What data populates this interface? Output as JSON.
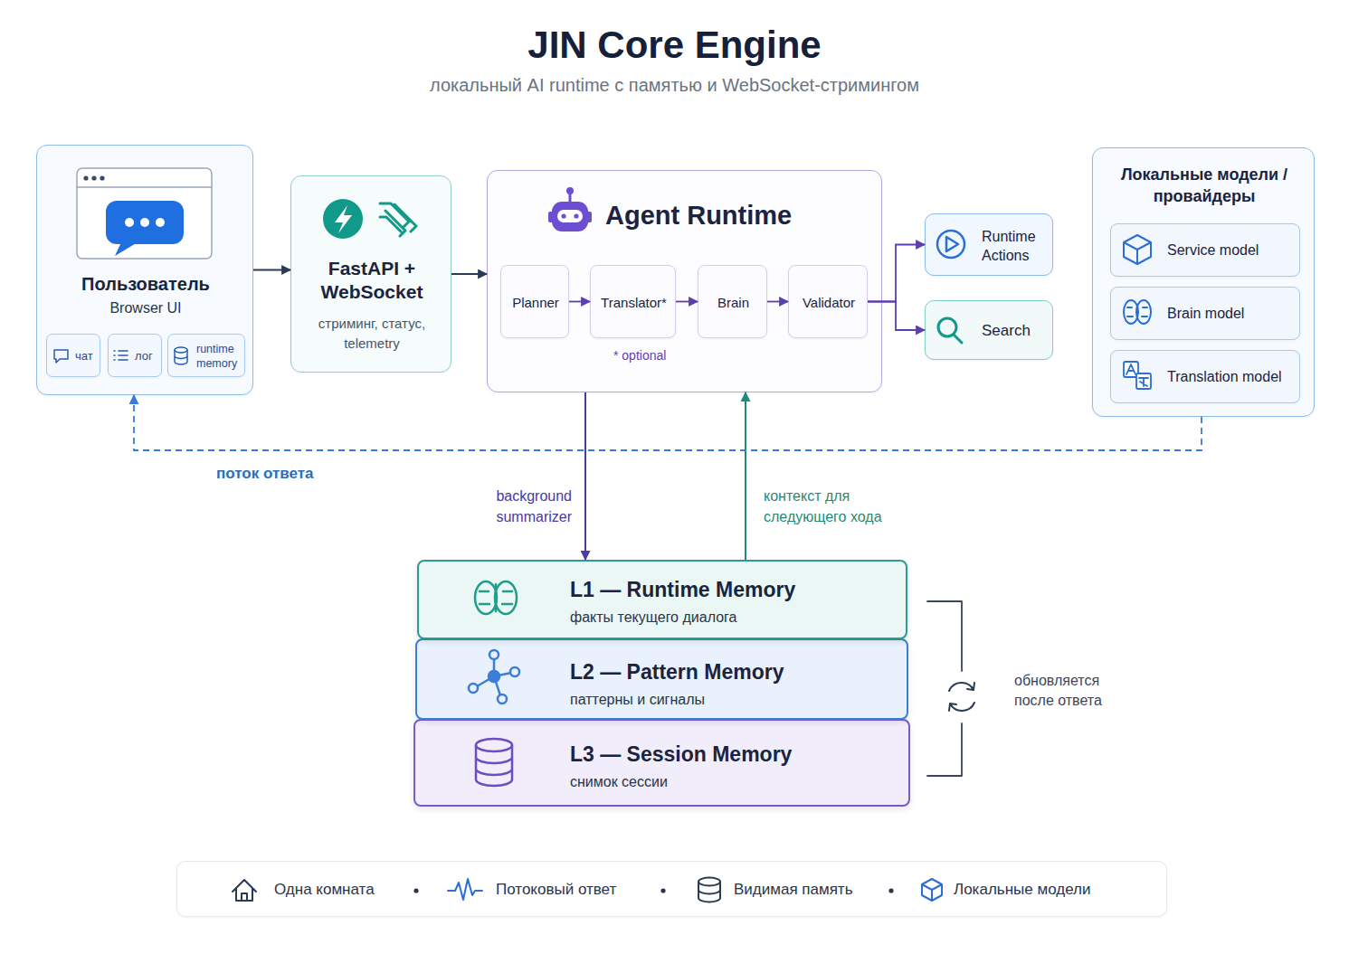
{
  "diagram": {
    "title": "JIN Core Engine",
    "caption": "локальный AI runtime с памятью и WebSocket-стримингом",
    "nodes": [
      {
        "text": [
          "Пользователь",
          "Browser UI"
        ]
      },
      {
        "text": [
          "чат"
        ],
        "in": 0
      },
      {
        "text": [
          "лог"
        ],
        "in": 0
      },
      {
        "text": [
          "runtime memory"
        ],
        "in": 0
      },
      {
        "text": [
          "FastAPI + WebSocket",
          "стриминг, статус, telemetry"
        ]
      },
      {
        "text": [
          "Agent Runtime"
        ]
      },
      {
        "text": [
          "Planner"
        ],
        "in": 5
      },
      {
        "text": [
          "Translator*"
        ],
        "in": 5
      },
      {
        "text": [
          "Brain"
        ],
        "in": 5
      },
      {
        "text": [
          "Validator"
        ],
        "in": 5
      },
      {
        "text": [
          "Runtime Actions"
        ]
      },
      {
        "text": [
          "Search"
        ]
      },
      {
        "text": [
          "Локальные модели / провайдеры"
        ]
      },
      {
        "text": [
          "Service model"
        ],
        "in": 12
      },
      {
        "text": [
          "Brain model"
        ],
        "in": 12
      },
      {
        "text": [
          "Translation model"
        ],
        "in": 12
      },
      {
        "text": [
          "L1 — Runtime Memory",
          "факты текущего диалога"
        ]
      },
      {
        "text": [
          "L2 — Pattern Memory",
          "паттерны и сигналы"
        ]
      },
      {
        "text": [
          "L3 — Session Memory",
          "снимок сессии"
        ]
      },
      {
        "text": [
          "Одна комната",
          "Потоковый ответ",
          "Видимая память",
          "Локальные модели"
        ]
      }
    ],
    "edges": [
      {
        "from": 0,
        "to": 4,
        "arrow": "to"
      },
      {
        "from": 4,
        "to": 5,
        "arrow": "to"
      },
      {
        "from": 6,
        "to": 7,
        "arrow": "to"
      },
      {
        "from": 7,
        "to": 8,
        "arrow": "to"
      },
      {
        "from": 8,
        "to": 9,
        "arrow": "to"
      },
      {
        "from": 9,
        "to": 10,
        "arrow": "to"
      },
      {
        "from": 9,
        "to": 11,
        "arrow": "to"
      },
      {
        "from": 5,
        "to": 16,
        "label": "background summarizer",
        "arrow": "to"
      },
      {
        "from": 16,
        "to": 5,
        "label": "контекст для следующего хода",
        "arrow": "to"
      },
      {
        "from": 12,
        "to": 0,
        "label": "поток ответа",
        "arrow": "to"
      }
    ],
    "labels": [
      "* optional",
      "обновляется после ответа"
    ]
  }
}
